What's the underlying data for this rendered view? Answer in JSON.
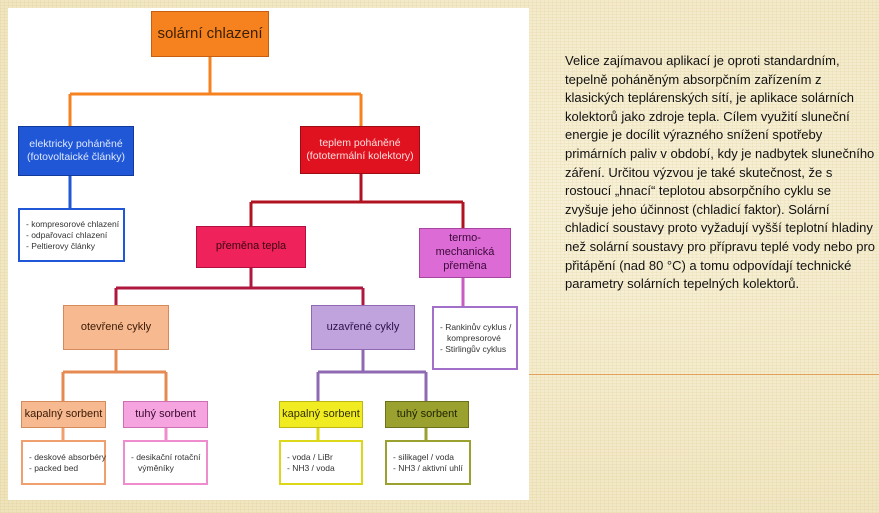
{
  "diagram": {
    "root": "solární chlazení",
    "branch_left": {
      "title": [
        "elektricky poháněné",
        "(fotovoltaické články)"
      ],
      "items": [
        "- kompresorové chlazení",
        "- odpařovací chlazení",
        "- Peltierovy články"
      ]
    },
    "branch_right": {
      "title": [
        "teplem poháněné",
        "(fototermální kolektory)"
      ]
    },
    "conversion": "přeměna tepla",
    "thermomech": {
      "title": [
        "termo-mechanická",
        "přeměna"
      ],
      "items": [
        "- Rankinův cyklus /",
        "kompresorové",
        "- Stirlingův cyklus"
      ]
    },
    "open_cycles": "otevřené cykly",
    "closed_cycles": "uzavřené cykly",
    "open_liquid": {
      "label": "kapalný sorbent",
      "items": [
        "- deskové absorbéry",
        "- packed bed"
      ]
    },
    "open_solid": {
      "label": "tuhý sorbent",
      "items": [
        "- desikační rotační",
        "výměníky"
      ]
    },
    "closed_liquid": {
      "label": "kapalný sorbent",
      "items": [
        "- voda / LiBr",
        "- NH3 / voda"
      ]
    },
    "closed_solid": {
      "label": "tuhý sorbent",
      "items": [
        "- silikagel / voda",
        "- NH3 / aktivní uhlí"
      ]
    }
  },
  "text": {
    "paragraph": "Velice zajímavou aplikací je oproti standardním, tepelně poháněným absorpčním zařízením z klasických teplárenských sítí, je aplikace solárních kolektorů jako zdroje tepla. Cílem využití sluneční energie je docílit výrazného snížení spotřeby primárních paliv v období, kdy je nadbytek slunečního záření. Určitou výzvou je také skutečnost, že s rostoucí „hnací“ teplotou absorpčního cyklu se zvyšuje jeho účinnost (chladicí faktor). Solární chladicí soustavy proto vyžadují vyšší teplotní hladiny než solární soustavy pro přípravu teplé vody nebo pro přitápění (nad 80 °C) a tomu odpovídají technické parametry solárních tepelných kolektorů."
  },
  "colors": {
    "root": "#f6821f",
    "electric": "#1f57d6",
    "thermal": "#e0121f",
    "conversion": "#f0225c",
    "thermomech": "#dd6bd6",
    "open": "#f7b990",
    "closed": "#c0a2dd",
    "open_solid": "#f6a4df",
    "closed_liquid": "#f1ec22",
    "closed_solid": "#9aa12e"
  }
}
